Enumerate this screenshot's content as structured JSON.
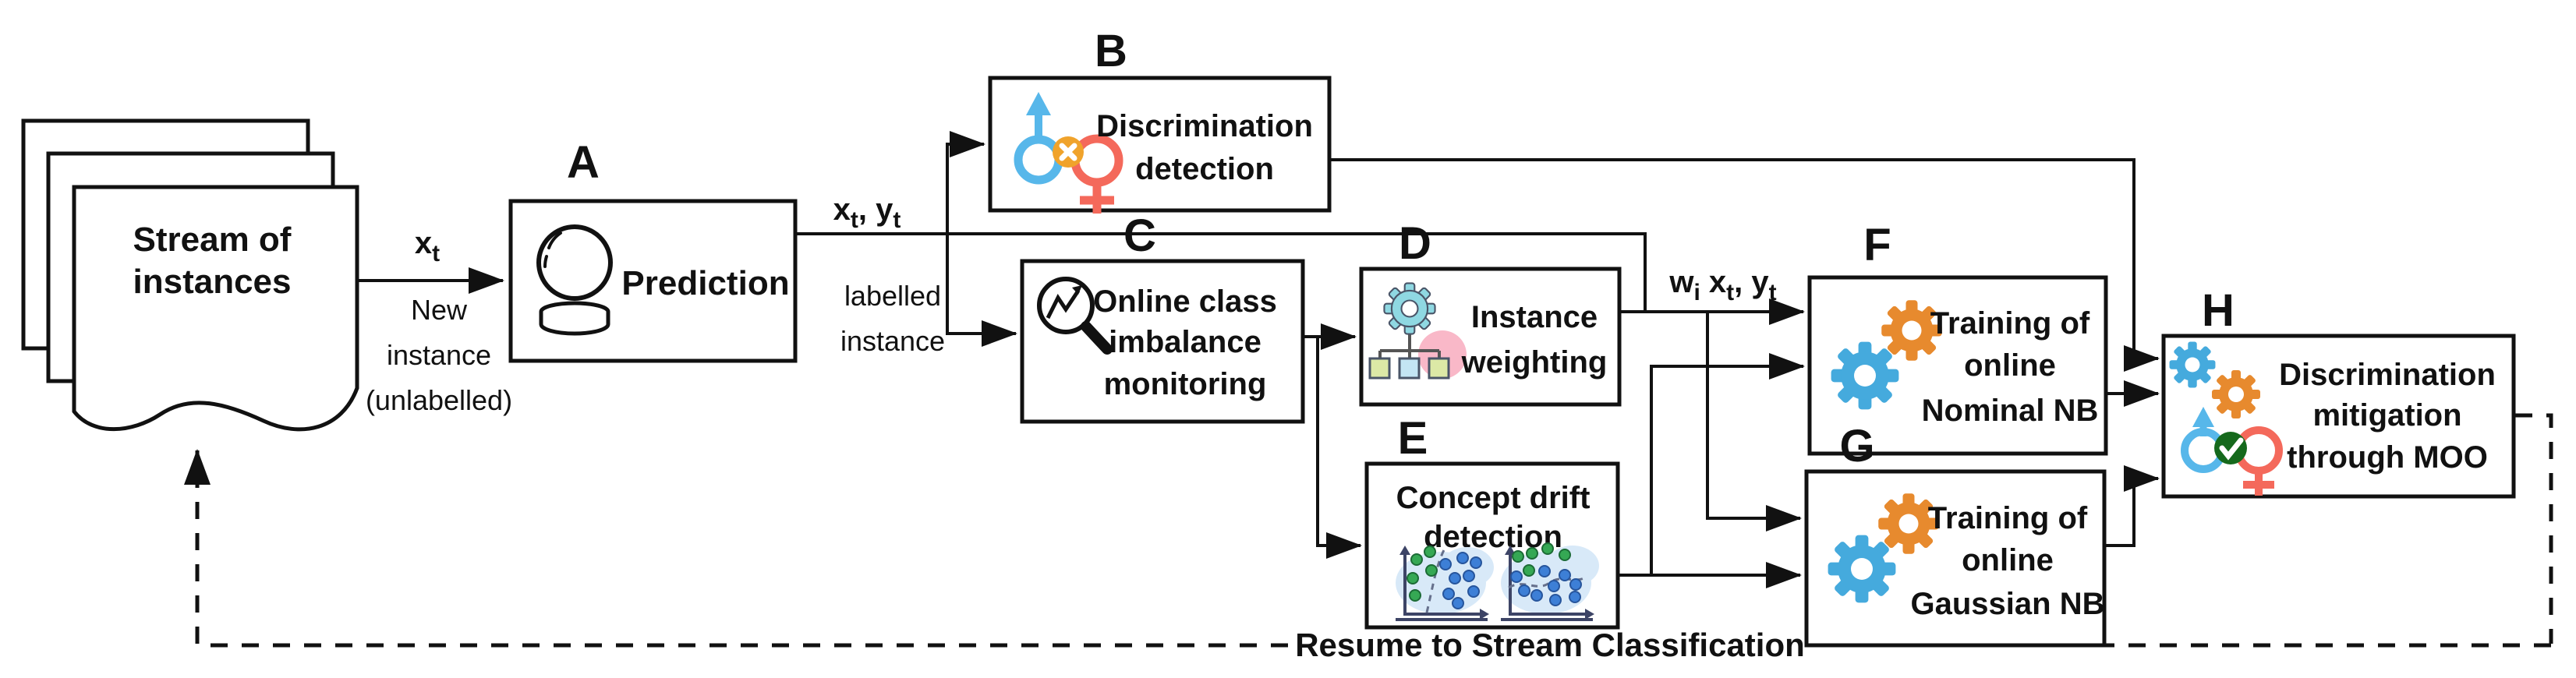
{
  "palette": {
    "letter_blue": "#58A6F4",
    "line_black": "#111111",
    "gear_blue": "#45AADD",
    "gear_orange": "#E78A2E",
    "gear_teal": "#8FD8E2",
    "male_blue": "#57B7EA",
    "female_red": "#F4695B",
    "badge_orange": "#F0A32B",
    "badge_green": "#15691C",
    "blob_pink": "#F9B8C8",
    "square_green": "#DCE9A6",
    "square_blue": "#C3E5F3",
    "cloud_blue": "#D8E9F8",
    "dot_green": "#35A854",
    "dot_blue": "#3D7FD6",
    "axis_slate": "#3D4466"
  },
  "icons": {
    "stream": "stacked-documents-icon",
    "a": "crystal-ball-icon",
    "b": "gender-symbols-blocked-icon",
    "c": "magnifier-trend-icon",
    "d": "gear-hierarchy-icon",
    "e": "scatter-drift-icon",
    "f": "double-gears-icon",
    "g": "double-gears-icon",
    "h": "gears-and-gender-check-icon"
  },
  "stream": {
    "lines": [
      "Stream of",
      "instances"
    ]
  },
  "edges": {
    "xt": {
      "m1": "x",
      "s1": "t"
    },
    "xtyt": {
      "m1": "x",
      "s1": "t",
      "m2": ", y",
      "s2": "t"
    },
    "wixtyt": {
      "m1": "w",
      "s1": "i",
      "m2": " x",
      "s2": "t",
      "m3": ", y",
      "s3": "t"
    },
    "new_instance": [
      "New",
      "instance",
      "(unlabelled)"
    ],
    "labelled": [
      "labelled",
      "instance"
    ],
    "resume": "Resume to Stream Classification"
  },
  "blocks": {
    "a": {
      "letter": "A",
      "lines": [
        "Prediction"
      ]
    },
    "b": {
      "letter": "B",
      "lines": [
        "Discrimination",
        "detection"
      ]
    },
    "c": {
      "letter": "C",
      "lines": [
        "Online class",
        "imbalance",
        "monitoring"
      ]
    },
    "d": {
      "letter": "D",
      "lines": [
        "Instance",
        "weighting"
      ]
    },
    "e": {
      "letter": "E",
      "lines": [
        "Concept drift",
        "detection"
      ]
    },
    "f": {
      "letter": "F",
      "lines": [
        "Training of",
        "online",
        "Nominal NB"
      ]
    },
    "g": {
      "letter": "G",
      "lines": [
        "Training of",
        "online",
        "Gaussian NB"
      ]
    },
    "h": {
      "letter": "H",
      "lines": [
        "Discrimination",
        "mitigation",
        "through MOO"
      ]
    }
  }
}
